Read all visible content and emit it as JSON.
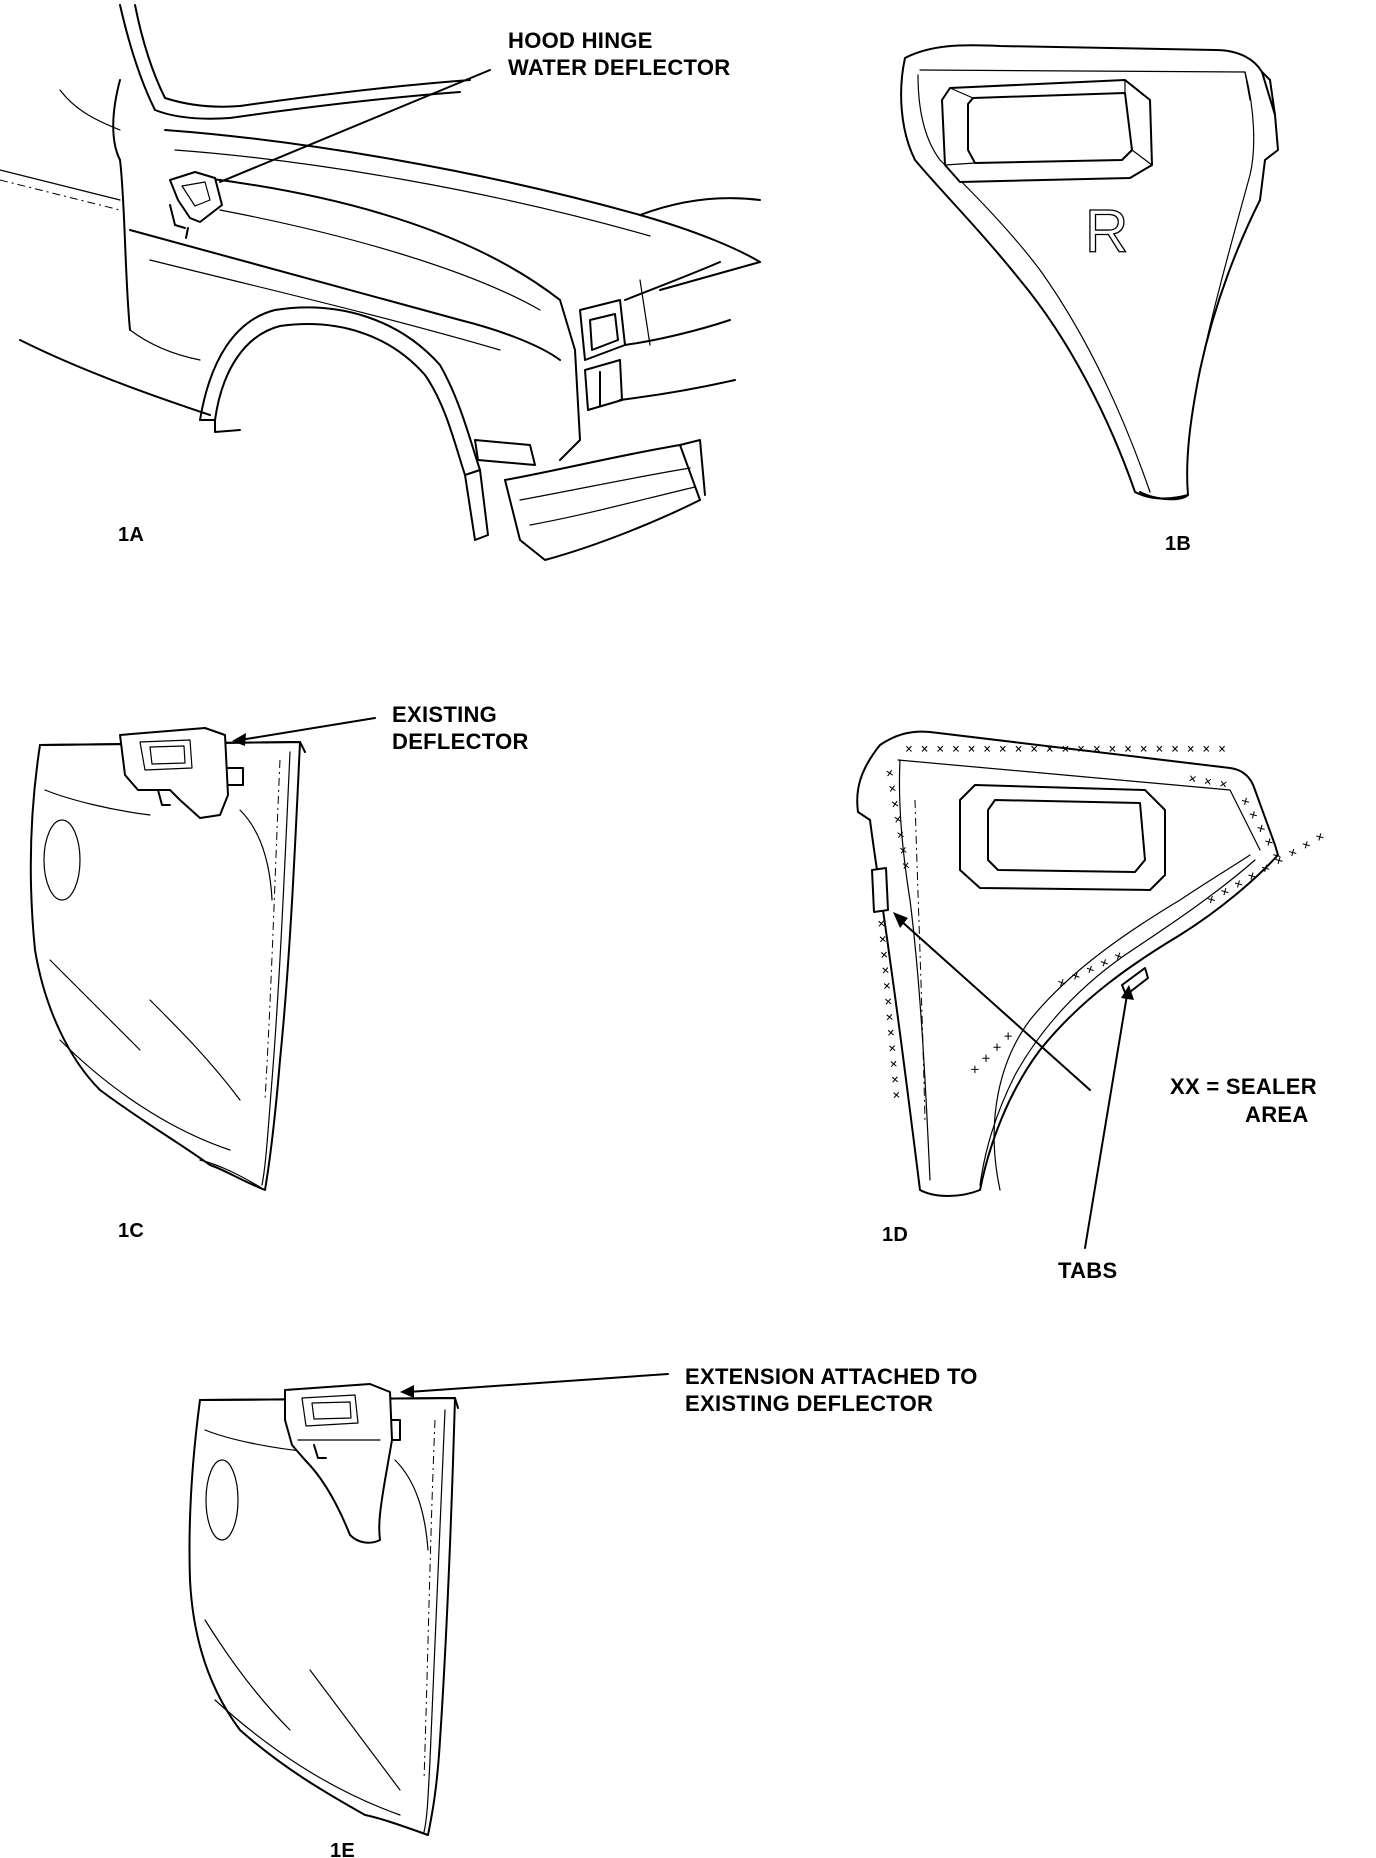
{
  "labels": {
    "hood_hinge_line1": "HOOD HINGE",
    "hood_hinge_line2": "WATER DEFLECTOR",
    "existing_line1": "EXISTING",
    "existing_line2": "DEFLECTOR",
    "sealer_line1": "XX = SEALER",
    "sealer_line2": "AREA",
    "tabs": "TABS",
    "extension_line1": "EXTENSION ATTACHED TO",
    "extension_line2": "EXISTING DEFLECTOR",
    "part_mark": "R"
  },
  "figures": {
    "fig1a": "1A",
    "fig1b": "1B",
    "fig1c": "1C",
    "fig1d": "1D",
    "fig1e": "1E"
  },
  "icons": {
    "truck_fender": "truck-fender-illustration",
    "deflector_extension": "deflector-extension-part",
    "inner_fender": "inner-fender-panel"
  }
}
